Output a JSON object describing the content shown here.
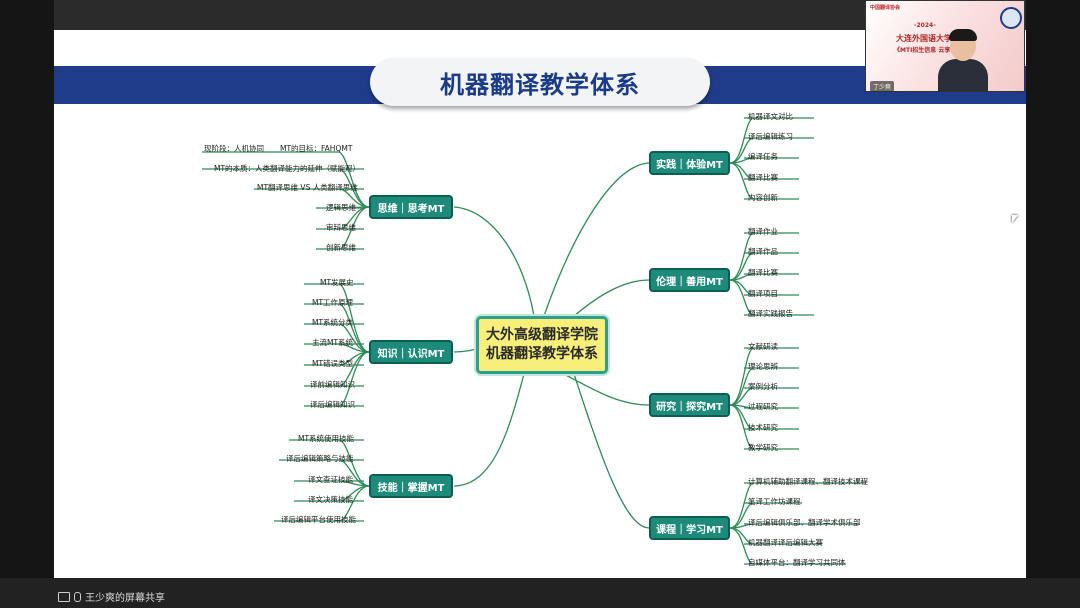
{
  "slide": {
    "title": "机器翻译教学体系",
    "center": {
      "line1": "大外高级翻译学院",
      "line2": "机器翻译教学体系"
    }
  },
  "branches": {
    "thinking": {
      "label": "思维｜思考MT",
      "leaves": [
        "MT的本质：人类翻译能力的延伸（赋能观）",
        "MT翻译思维 VS 人类翻译思维",
        "逻辑思维",
        "审辩思维",
        "创新思维"
      ],
      "top_left": "现阶段：人机协同",
      "top_right": "MT的目标：FAHQMT"
    },
    "knowledge": {
      "label": "知识｜认识MT",
      "leaves": [
        "MT发展史",
        "MT工作原理",
        "MT系统分类",
        "主流MT系统",
        "MT错误类型",
        "译前编辑知识",
        "译后编辑知识"
      ]
    },
    "skill": {
      "label": "技能｜掌握MT",
      "leaves": [
        "MT系统使用技能",
        "译后编辑策略与技能",
        "译文查证技能",
        "译文决策技能",
        "译后编辑平台使用技能"
      ]
    },
    "practice": {
      "label": "实践｜体验MT",
      "leaves": [
        "机器译文对比",
        "译后编辑练习",
        "编译任务",
        "翻译比赛",
        "内容创新"
      ]
    },
    "ethics": {
      "label": "伦理｜善用MT",
      "leaves": [
        "翻译作业",
        "翻译作品",
        "翻译比赛",
        "翻译项目",
        "翻译实践报告"
      ]
    },
    "research": {
      "label": "研究｜探究MT",
      "leaves": [
        "文献研读",
        "理论思辨",
        "案例分析",
        "过程研究",
        "技术研究",
        "教学研究"
      ]
    },
    "course": {
      "label": "课程｜学习MT",
      "leaves": [
        "计算机辅助翻译课程、翻译技术课程",
        "笔译工作坊课程",
        "译后编辑俱乐部、翻译学术俱乐部",
        "机器翻译译后编辑大赛",
        "自媒体平台：翻译学习共同体"
      ]
    }
  },
  "video": {
    "logo": "中国翻译协会",
    "year": "-2024-",
    "university": "大连外国语大学",
    "event": "《MTI招生信息 云享会》",
    "speaker": "丁少爽"
  },
  "taskbar": {
    "share_text": "王少爽的屏幕共享"
  },
  "colors": {
    "band": "#1f3c8b",
    "node": "#1d8a7a",
    "center": "#f7ef7a",
    "line": "#2e8b57"
  }
}
